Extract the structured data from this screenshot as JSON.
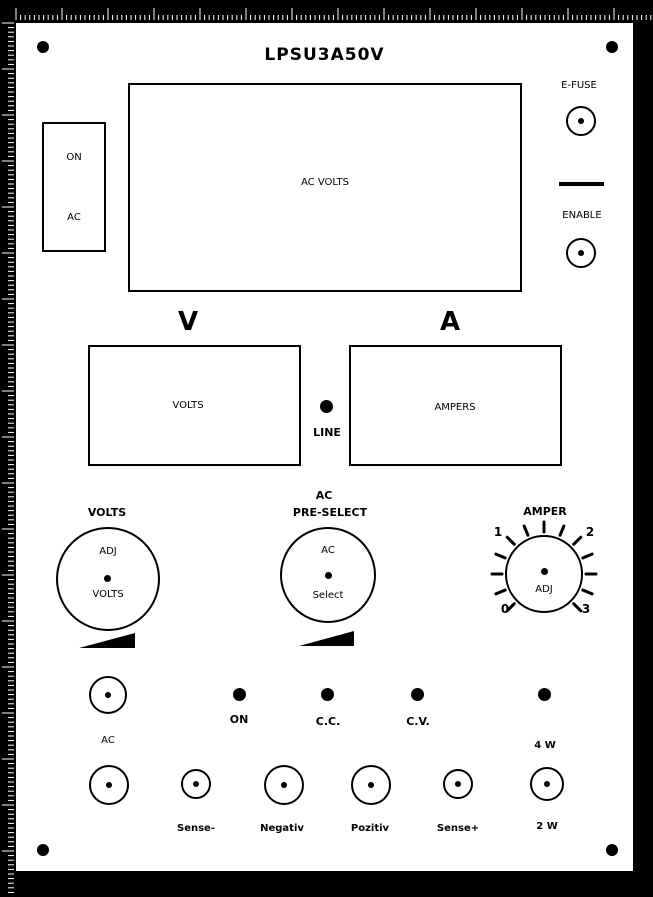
{
  "title": "LPSU3A50V",
  "switch": {
    "on_label": "ON",
    "ac_label": "AC"
  },
  "display_main": {
    "label": "AC VOLTS"
  },
  "efuse": {
    "label": "E-FUSE"
  },
  "enable": {
    "label": "ENABLE"
  },
  "meters": {
    "v_symbol": "V",
    "a_symbol": "A",
    "volts_label": "VOLTS",
    "ampers_label": "AMPERS",
    "line_label": "LINE"
  },
  "knobs": {
    "volts": {
      "title": "VOLTS",
      "top": "ADJ",
      "bottom": "VOLTS"
    },
    "preselect": {
      "title_line1": "AC",
      "title_line2": "PRE-SELECT",
      "top": "AC",
      "bottom": "Select"
    },
    "amper": {
      "title": "AMPER",
      "center": "ADJ",
      "scale": [
        "0",
        "1",
        "2",
        "3"
      ]
    }
  },
  "indicators": {
    "on": "ON",
    "cc": "C.C.",
    "cv": "C.V."
  },
  "ac_jack_label": "AC",
  "four_w_label": "4 W",
  "terminals": [
    "Sense-",
    "Negativ",
    "Pozitiv",
    "Sense+",
    "2 W"
  ]
}
